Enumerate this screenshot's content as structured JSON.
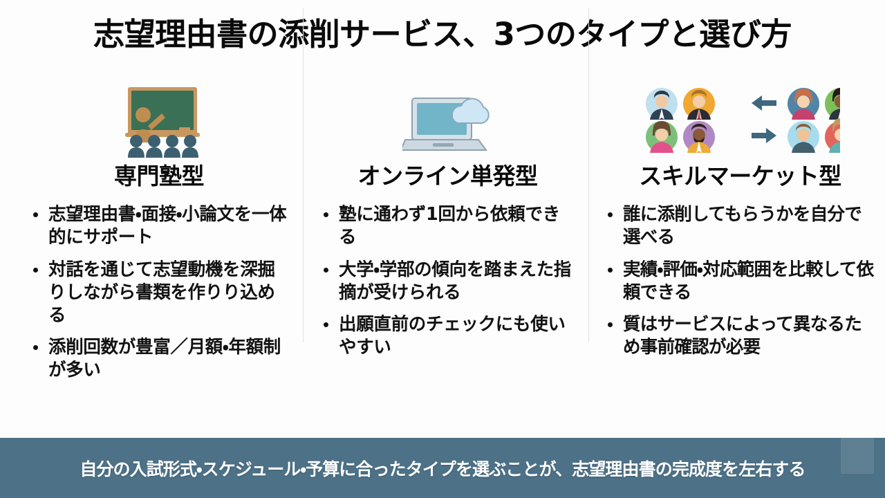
{
  "slide": {
    "title": "志望理由書の添削サービス、3つのタイプと選び方",
    "background_color": "#fdfdfd",
    "divider_color": "#e2e2e2"
  },
  "columns": [
    {
      "icon": "classroom-blackboard-icon",
      "heading": "専門塾型",
      "bullets": [
        "志望理由書・面接・小論文を一体的にサポート",
        "対話を通じて志望動機を深掘りしながら書類を作りり込める",
        "添削回数が豊富／月額・年額制が多い"
      ]
    },
    {
      "icon": "laptop-cloud-icon",
      "heading": "オンライン単発型",
      "bullets": [
        "塾に通わず1回から依頼できる",
        "大学・学部の傾向を踏まえた指摘が受けられる",
        "出願直前のチェックにも使いやすい"
      ]
    },
    {
      "icon": "people-exchange-icon",
      "heading": "スキルマーケット型",
      "bullets": [
        "誰に添削してもらうかを自分で選べる",
        "実績・評価・対応範囲を比較して依頼できる",
        "質はサービスによって異なるため事前確認が必要"
      ]
    }
  ],
  "footer": {
    "text": "自分の入試形式・スケジュール・予算に合ったタイプを選ぶことが、志望理由書の完成度を左右する",
    "background_color": "#4d7187",
    "text_color": "#ffffff"
  },
  "icon_colors": {
    "board_green": "#3a7055",
    "board_frame_tan": "#c89760",
    "teacher_tan": "#c08d50",
    "student_teal": "#3c6070",
    "laptop_screen": "#72b5c8",
    "laptop_body": "#b9c8d4",
    "cloud_blue": "#cfe6f5",
    "arrow_steel": "#3f6780",
    "avatars_left": [
      "#bfe0ef",
      "#f0a832",
      "#7dbf7a",
      "#b089c4"
    ],
    "avatars_right": [
      "#5185a8",
      "#7dbf5a",
      "#a8dced",
      "#e2655c"
    ]
  }
}
